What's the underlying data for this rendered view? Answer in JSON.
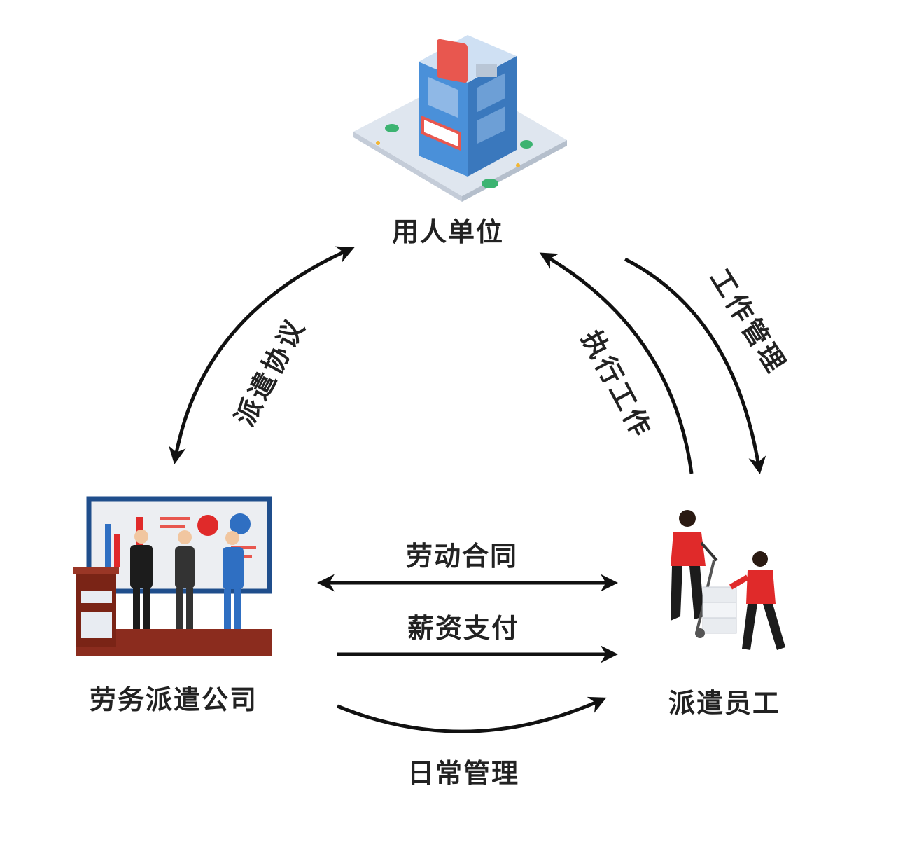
{
  "nodes": {
    "employer": "用人单位",
    "agency": "劳务派遣公司",
    "employee": "派遣员工"
  },
  "edges": {
    "dispatch_agreement": "派遣协议",
    "perform_work": "执行工作",
    "work_management": "工作管理",
    "labor_contract": "劳动合同",
    "salary_payment": "薪资支付",
    "daily_management": "日常管理"
  },
  "colors": {
    "arrow": "#111111",
    "building_blue": "#4a90d9",
    "sign_red": "#e8574f",
    "shirt_red": "#e02a2a",
    "board_frame": "#1f4e8c",
    "podium": "#8b2c1e"
  }
}
